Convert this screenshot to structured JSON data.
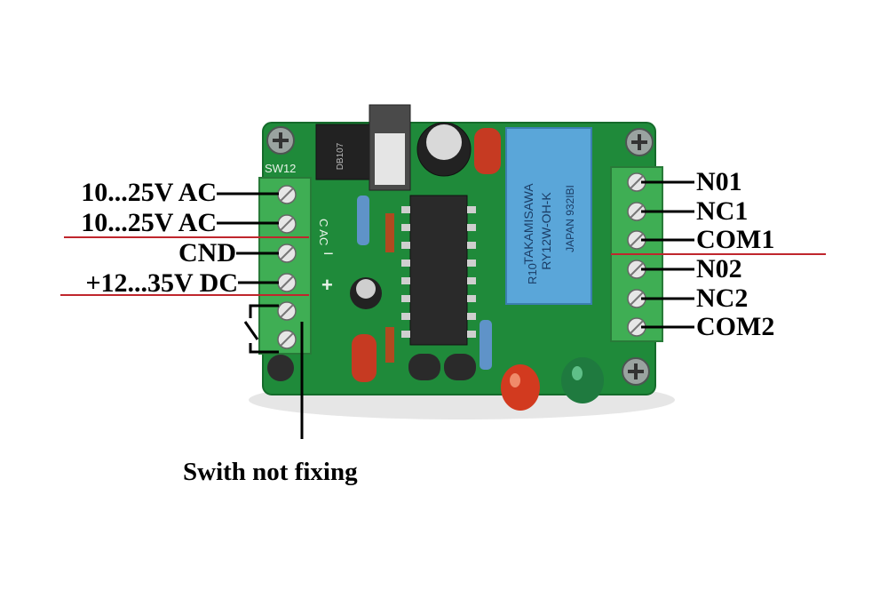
{
  "left_terminals": {
    "t1": "10...25V  AC",
    "t2": "10...25V  AC",
    "t3": "CND",
    "t4": "+12...35V  DC"
  },
  "right_terminals": {
    "t1": "N01",
    "t2": "NC1",
    "t3": "COM1",
    "t4": "N02",
    "t5": "NC2",
    "t6": "COM2"
  },
  "caption": "Swith not fixing",
  "board": {
    "silk_sw": "SW12",
    "relay_brand": "TAKAMISAWA",
    "relay_model": "RY12W-OH-K",
    "relay_code": "R10",
    "relay_origin": "JAPAN 932IBI",
    "bridge_marking": "DB107",
    "silk_ac": "C AC",
    "silk_minus": "−",
    "silk_plus": "+"
  },
  "colors": {
    "pcb": "#1f8a3a",
    "terminal_block": "#3fae54",
    "relay": "#5aa6d9",
    "annotation_red": "#c0262d",
    "led_red": "#d23a1f",
    "led_green": "#1f7a3f"
  }
}
